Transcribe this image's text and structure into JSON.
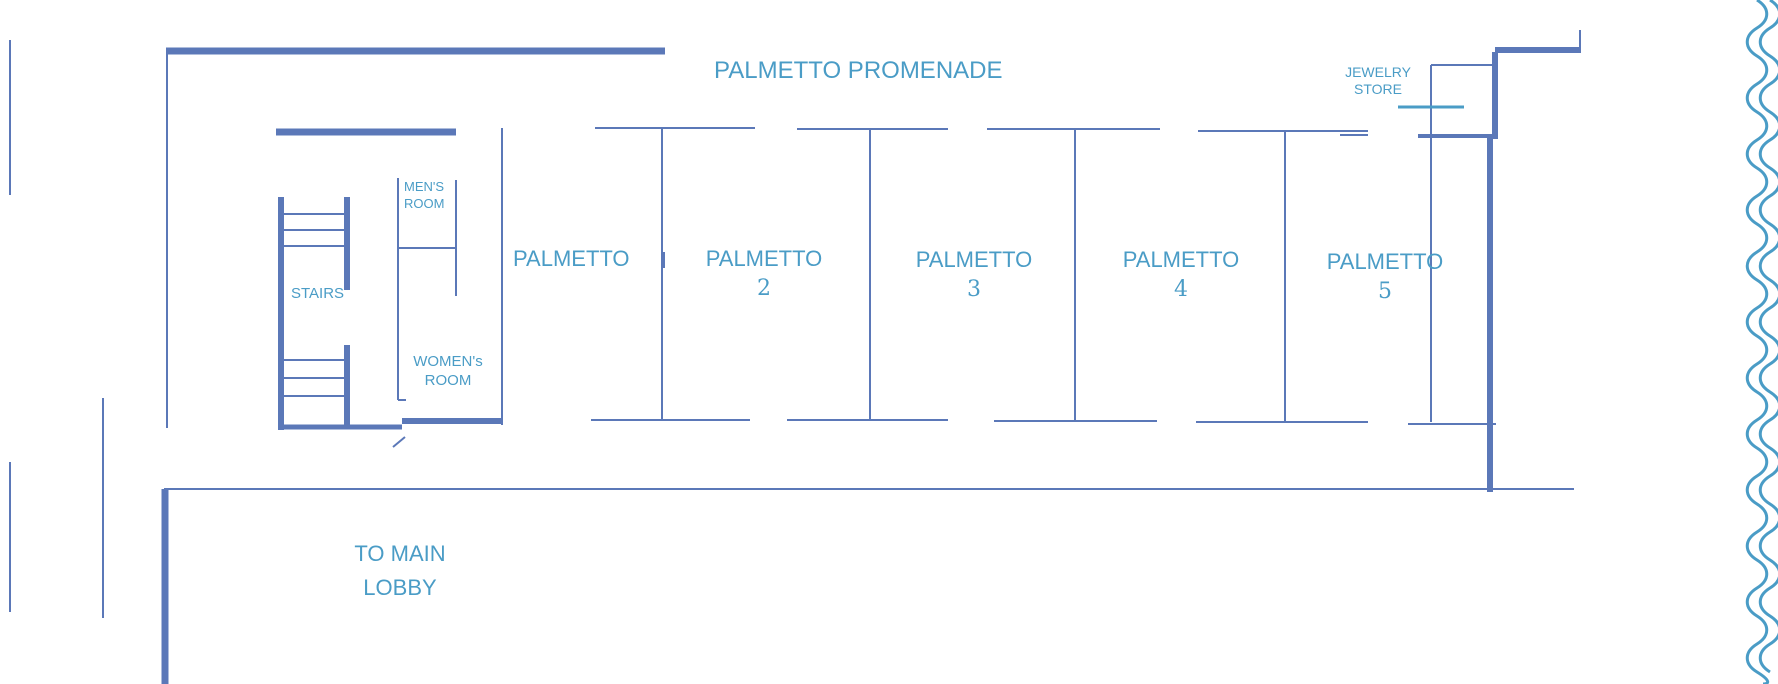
{
  "promenade": "PALMETTO PROMENADE",
  "jewelry": {
    "line1": "JEWELRY",
    "line2": "STORE"
  },
  "mens_room": {
    "line1": "MEN'S",
    "line2": "ROOM"
  },
  "womens_room": {
    "line1": "WOMEN's",
    "line2": "ROOM"
  },
  "stairs": "STAIRS",
  "rooms": [
    {
      "name": "PALMETTO",
      "number": ""
    },
    {
      "name": "PALMETTO",
      "number": "2"
    },
    {
      "name": "PALMETTO",
      "number": "3"
    },
    {
      "name": "PALMETTO",
      "number": "4"
    },
    {
      "name": "PALMETTO",
      "number": "5"
    }
  ],
  "lobby": {
    "line1": "TO MAIN",
    "line2": "LOBBY"
  },
  "colors": {
    "wall": "#5b78b8",
    "text": "#4a9cc6"
  }
}
